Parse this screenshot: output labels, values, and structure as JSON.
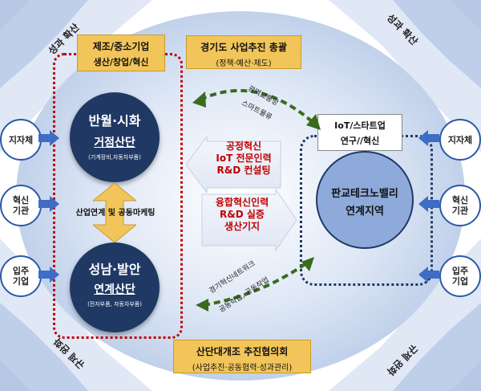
{
  "corner_labels": {
    "top_left": "성과 확산",
    "top_right": "성과 확산",
    "bottom_left": "규제 완화",
    "bottom_right": "규제 완화"
  },
  "left_box": {
    "title": "제조/중소기업",
    "subtitle": "생산/창업/혁신"
  },
  "top_center": {
    "title": "경기도 사업추진 총괄",
    "subtitle": "(정책·예산·제도)"
  },
  "bottom_center": {
    "title": "산단대개조 추진협의회",
    "subtitle": "(사업추진·공동협력·성과관리)"
  },
  "circle_banwol": {
    "line1": "반월·시화",
    "line2": "거점산단",
    "line3": "(기계장비,자동차부품)"
  },
  "circle_seongnam": {
    "line1": "성남·발안",
    "line2": "연계산단",
    "line3": "(전자부품, 자동차부품)"
  },
  "middle_link": "산업연계 및 공동마케팅",
  "arrow_left_text": [
    "공정혁신",
    "IoT 전문인력",
    "R&D 컨설팅"
  ],
  "arrow_right_text": [
    "융합혁신인력",
    "R&D 실증",
    "생산기지"
  ],
  "right_box": {
    "title": "IoT/스타트업",
    "subtitle": "연구//혁신"
  },
  "circle_pangyo": {
    "line1": "판교테크노밸리",
    "line2": "연계지역"
  },
  "curve_top_labels": [
    "광역교통망",
    "스마트물류"
  ],
  "curve_bottom_labels": [
    "경기혁신네트워크",
    "공동학습, 공동작업"
  ],
  "side_left": [
    "지자체",
    "혁신\n기관",
    "입주\n기업"
  ],
  "side_right": [
    "지자체",
    "혁신\n기관",
    "입주\n기업"
  ],
  "colors": {
    "navy": "#1f3864",
    "gold": "#f2c55a",
    "red_dotted": "#c00000",
    "navy_dotted": "#1f3864",
    "pangyo": "#8eaadb",
    "green_arrow": "#3a6b1e",
    "side_arrow": "#3f6cc4"
  }
}
